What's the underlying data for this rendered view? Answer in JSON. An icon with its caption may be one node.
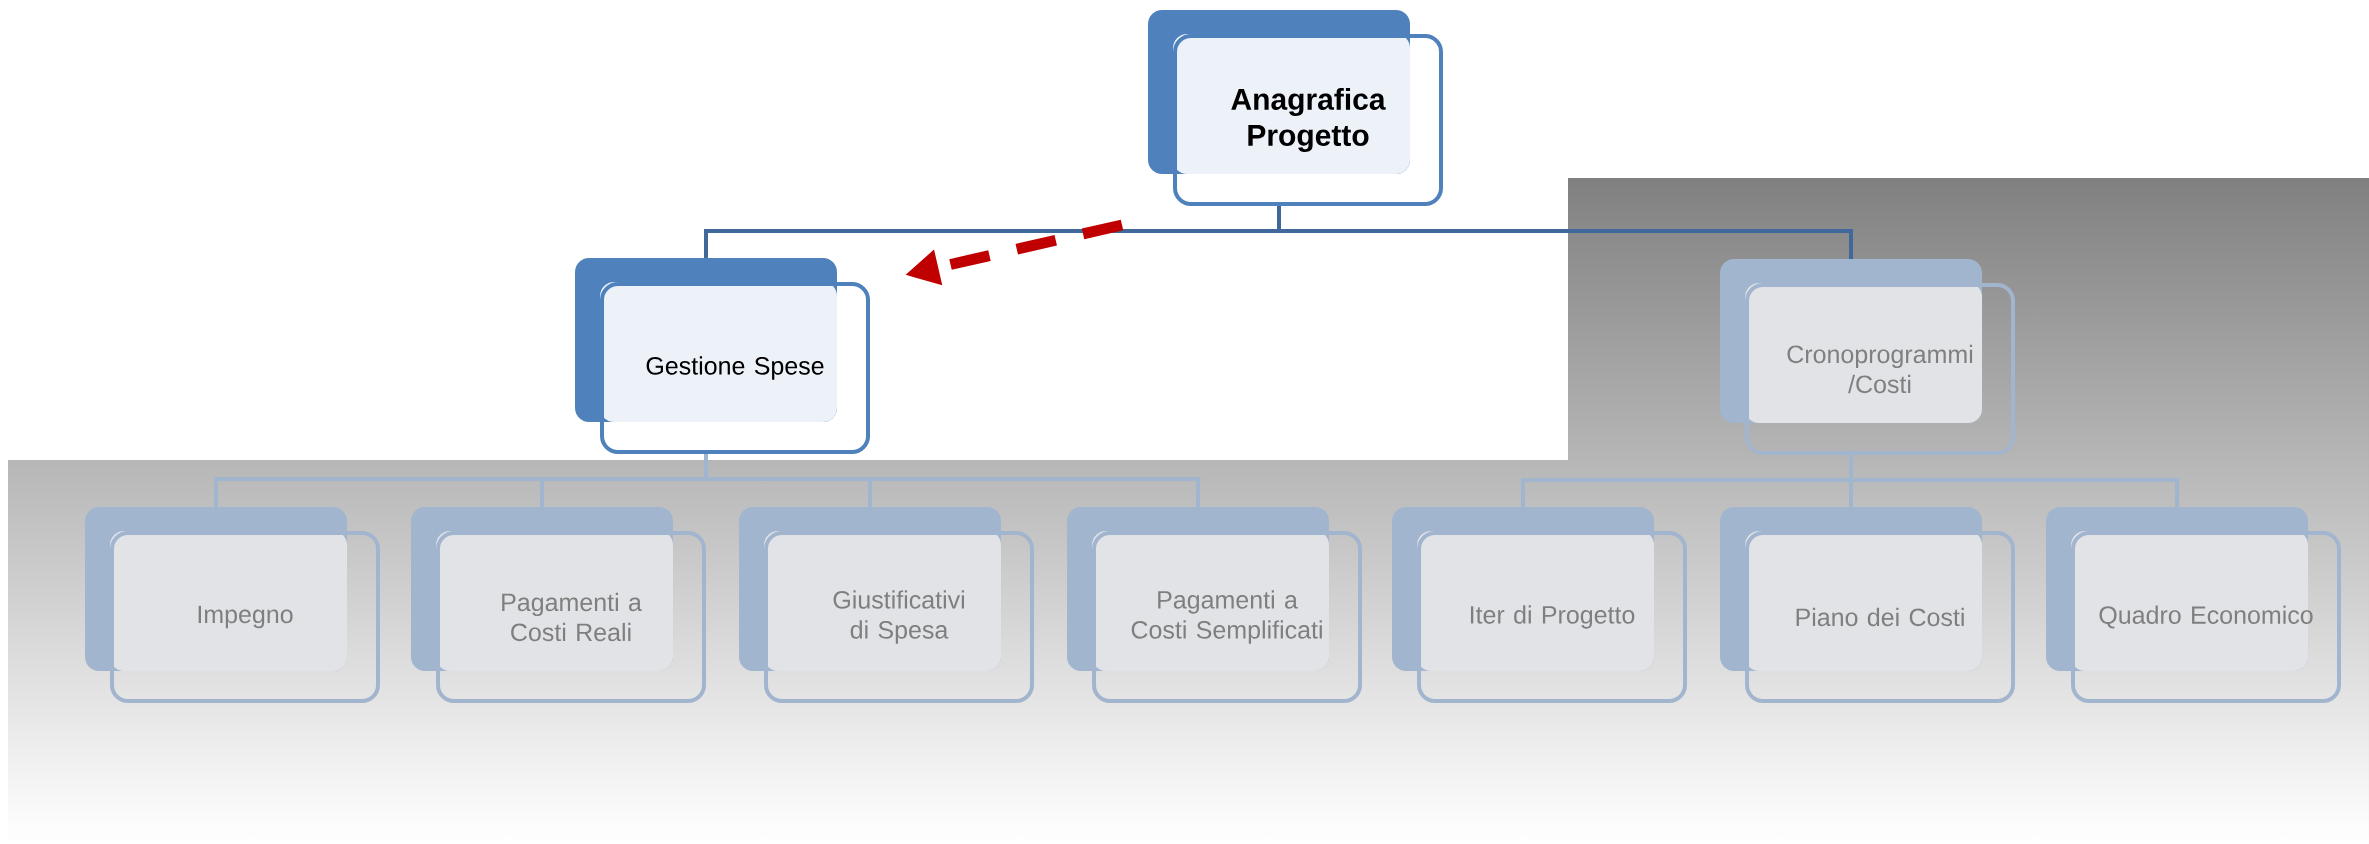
{
  "diagram": {
    "nodes": [
      {
        "text": [
          "Anagrafica Progetto"
        ]
      },
      {
        "text": [
          "Gestione Spese"
        ]
      },
      {
        "text": [
          "Cronoprogrammi /Costi"
        ]
      },
      {
        "text": [
          "Impegno"
        ]
      },
      {
        "text": [
          "Pagamenti a Costi Reali"
        ]
      },
      {
        "text": [
          "Giustificativi di Spesa"
        ]
      },
      {
        "text": [
          "Pagamenti a Costi Semplificati"
        ]
      },
      {
        "text": [
          "Iter di Progetto"
        ]
      },
      {
        "text": [
          "Piano dei Costi"
        ]
      },
      {
        "text": [
          "Quadro Economico"
        ]
      }
    ],
    "edges": [
      {
        "from": 0,
        "to": 1,
        "arrow": "none",
        "color": "#41689a"
      },
      {
        "from": 0,
        "to": 2,
        "arrow": "none",
        "color": "#41689a"
      },
      {
        "from": 1,
        "to": 3,
        "arrow": "none"
      },
      {
        "from": 1,
        "to": 4,
        "arrow": "none"
      },
      {
        "from": 1,
        "to": 5,
        "arrow": "none"
      },
      {
        "from": 1,
        "to": 6,
        "arrow": "none"
      },
      {
        "from": 2,
        "to": 7,
        "arrow": "none"
      },
      {
        "from": 2,
        "to": 8,
        "arrow": "none"
      },
      {
        "from": 2,
        "to": 9,
        "arrow": "none"
      },
      {
        "from": 0,
        "to": 1,
        "arrow": "to",
        "style": "dashed",
        "color": "#c00000"
      }
    ]
  }
}
